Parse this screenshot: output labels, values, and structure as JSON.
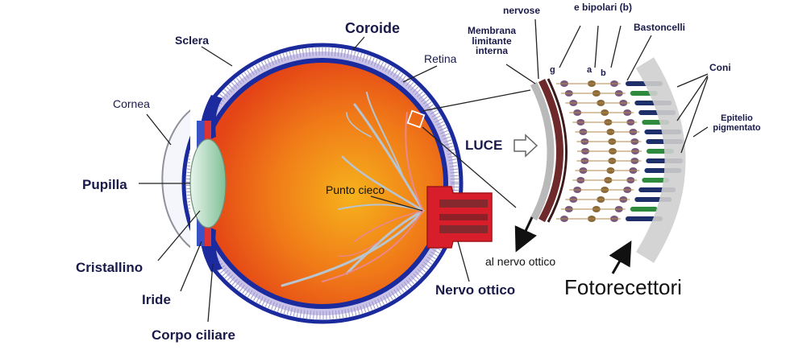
{
  "labels": {
    "sclera": "Sclera",
    "coroide": "Coroide",
    "retina": "Retina",
    "cornea": "Cornea",
    "pupilla": "Pupilla",
    "cristallino": "Cristallino",
    "iride": "Iride",
    "corpo_ciliare": "Corpo ciliare",
    "punto_cieco": "Punto cieco",
    "nervo_ottico": "Nervo ottico",
    "luce": "LUCE",
    "al_nervo_ottico": "al nervo ottico",
    "fotorecettori": "Fotorecettori",
    "membrana_1": "Membrana",
    "membrana_2": "limitante",
    "membrana_3": "interna",
    "nervose": "nervose",
    "bipolari": "e bipolari (b)",
    "bastoncelli": "Bastoncelli",
    "coni": "Coni",
    "epitelio_1": "Epitelio",
    "epitelio_2": "pigmentato",
    "g": "g",
    "a": "a",
    "b": "b"
  },
  "colors": {
    "label_text": "#1a1a4a",
    "sclera": "#1b2a9c",
    "choroid": "#c9c2e8",
    "eye_inner": "#e8501a",
    "eye_core": "#f6b21c",
    "lens": "#8ec9a4",
    "vessel": "#b8c4cf",
    "nerve": "#d81e2a",
    "rod": "#1f2f6a",
    "cone_red": "#d42020",
    "cone_green": "#2e8b3d",
    "cone_blue": "#3a6ad6",
    "arrow": "#111111"
  }
}
